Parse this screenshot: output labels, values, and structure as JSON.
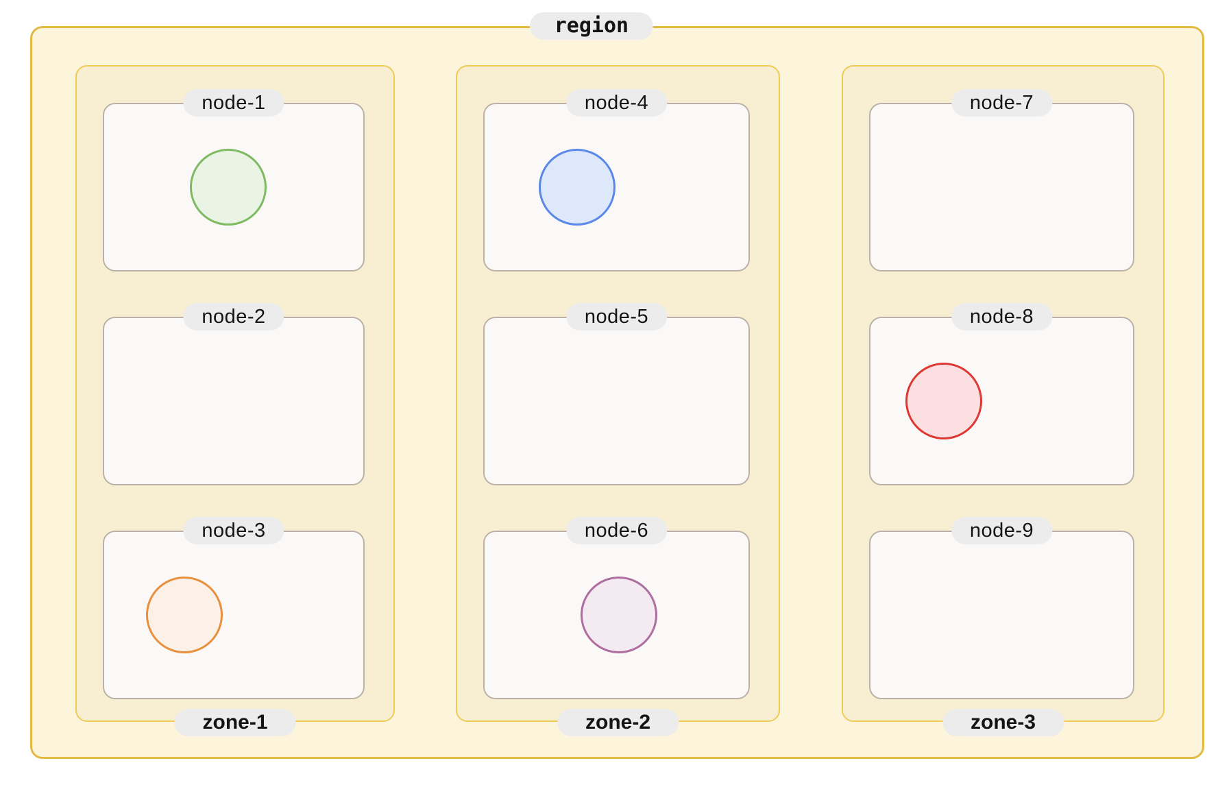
{
  "diagram": {
    "region": {
      "label": "region"
    },
    "zones": [
      {
        "label": "zone-1",
        "nodes": [
          {
            "label": "node-1",
            "disk": "green",
            "disk_class": "disk green"
          },
          {
            "label": "node-2",
            "disk": "none",
            "disk_class": "disk none"
          },
          {
            "label": "node-3",
            "disk": "orange",
            "disk_class": "disk orange"
          }
        ]
      },
      {
        "label": "zone-2",
        "nodes": [
          {
            "label": "node-4",
            "disk": "blue",
            "disk_class": "disk blue"
          },
          {
            "label": "node-5",
            "disk": "none",
            "disk_class": "disk none"
          },
          {
            "label": "node-6",
            "disk": "plum",
            "disk_class": "disk plum"
          }
        ]
      },
      {
        "label": "zone-3",
        "nodes": [
          {
            "label": "node-7",
            "disk": "none",
            "disk_class": "disk none"
          },
          {
            "label": "node-8",
            "disk": "red",
            "disk_class": "disk red"
          },
          {
            "label": "node-9",
            "disk": "none",
            "disk_class": "disk none"
          }
        ]
      }
    ],
    "colors": {
      "region_border": "#E3B945",
      "region_background": "#FCF4DB",
      "zone_border": "#EECB55",
      "zone_background": "#F8EFD3",
      "node_border": "#BCB1A8",
      "node_background": "#FAF9F7",
      "label_pill_background": "#ECECEC",
      "label_text": "#141414",
      "disk_green_stroke": "#7FBA63",
      "disk_green_fill": "#EAF4E4",
      "disk_blue_stroke": "#5B87E8",
      "disk_blue_fill": "#DDE8FA",
      "disk_orange_stroke": "#E8903E",
      "disk_orange_fill": "#FBF1E6",
      "disk_plum_stroke": "#AE6FA0",
      "disk_plum_fill": "#F3EAF2",
      "disk_red_stroke": "#DE3834",
      "disk_red_fill": "#FBDFE1"
    }
  }
}
